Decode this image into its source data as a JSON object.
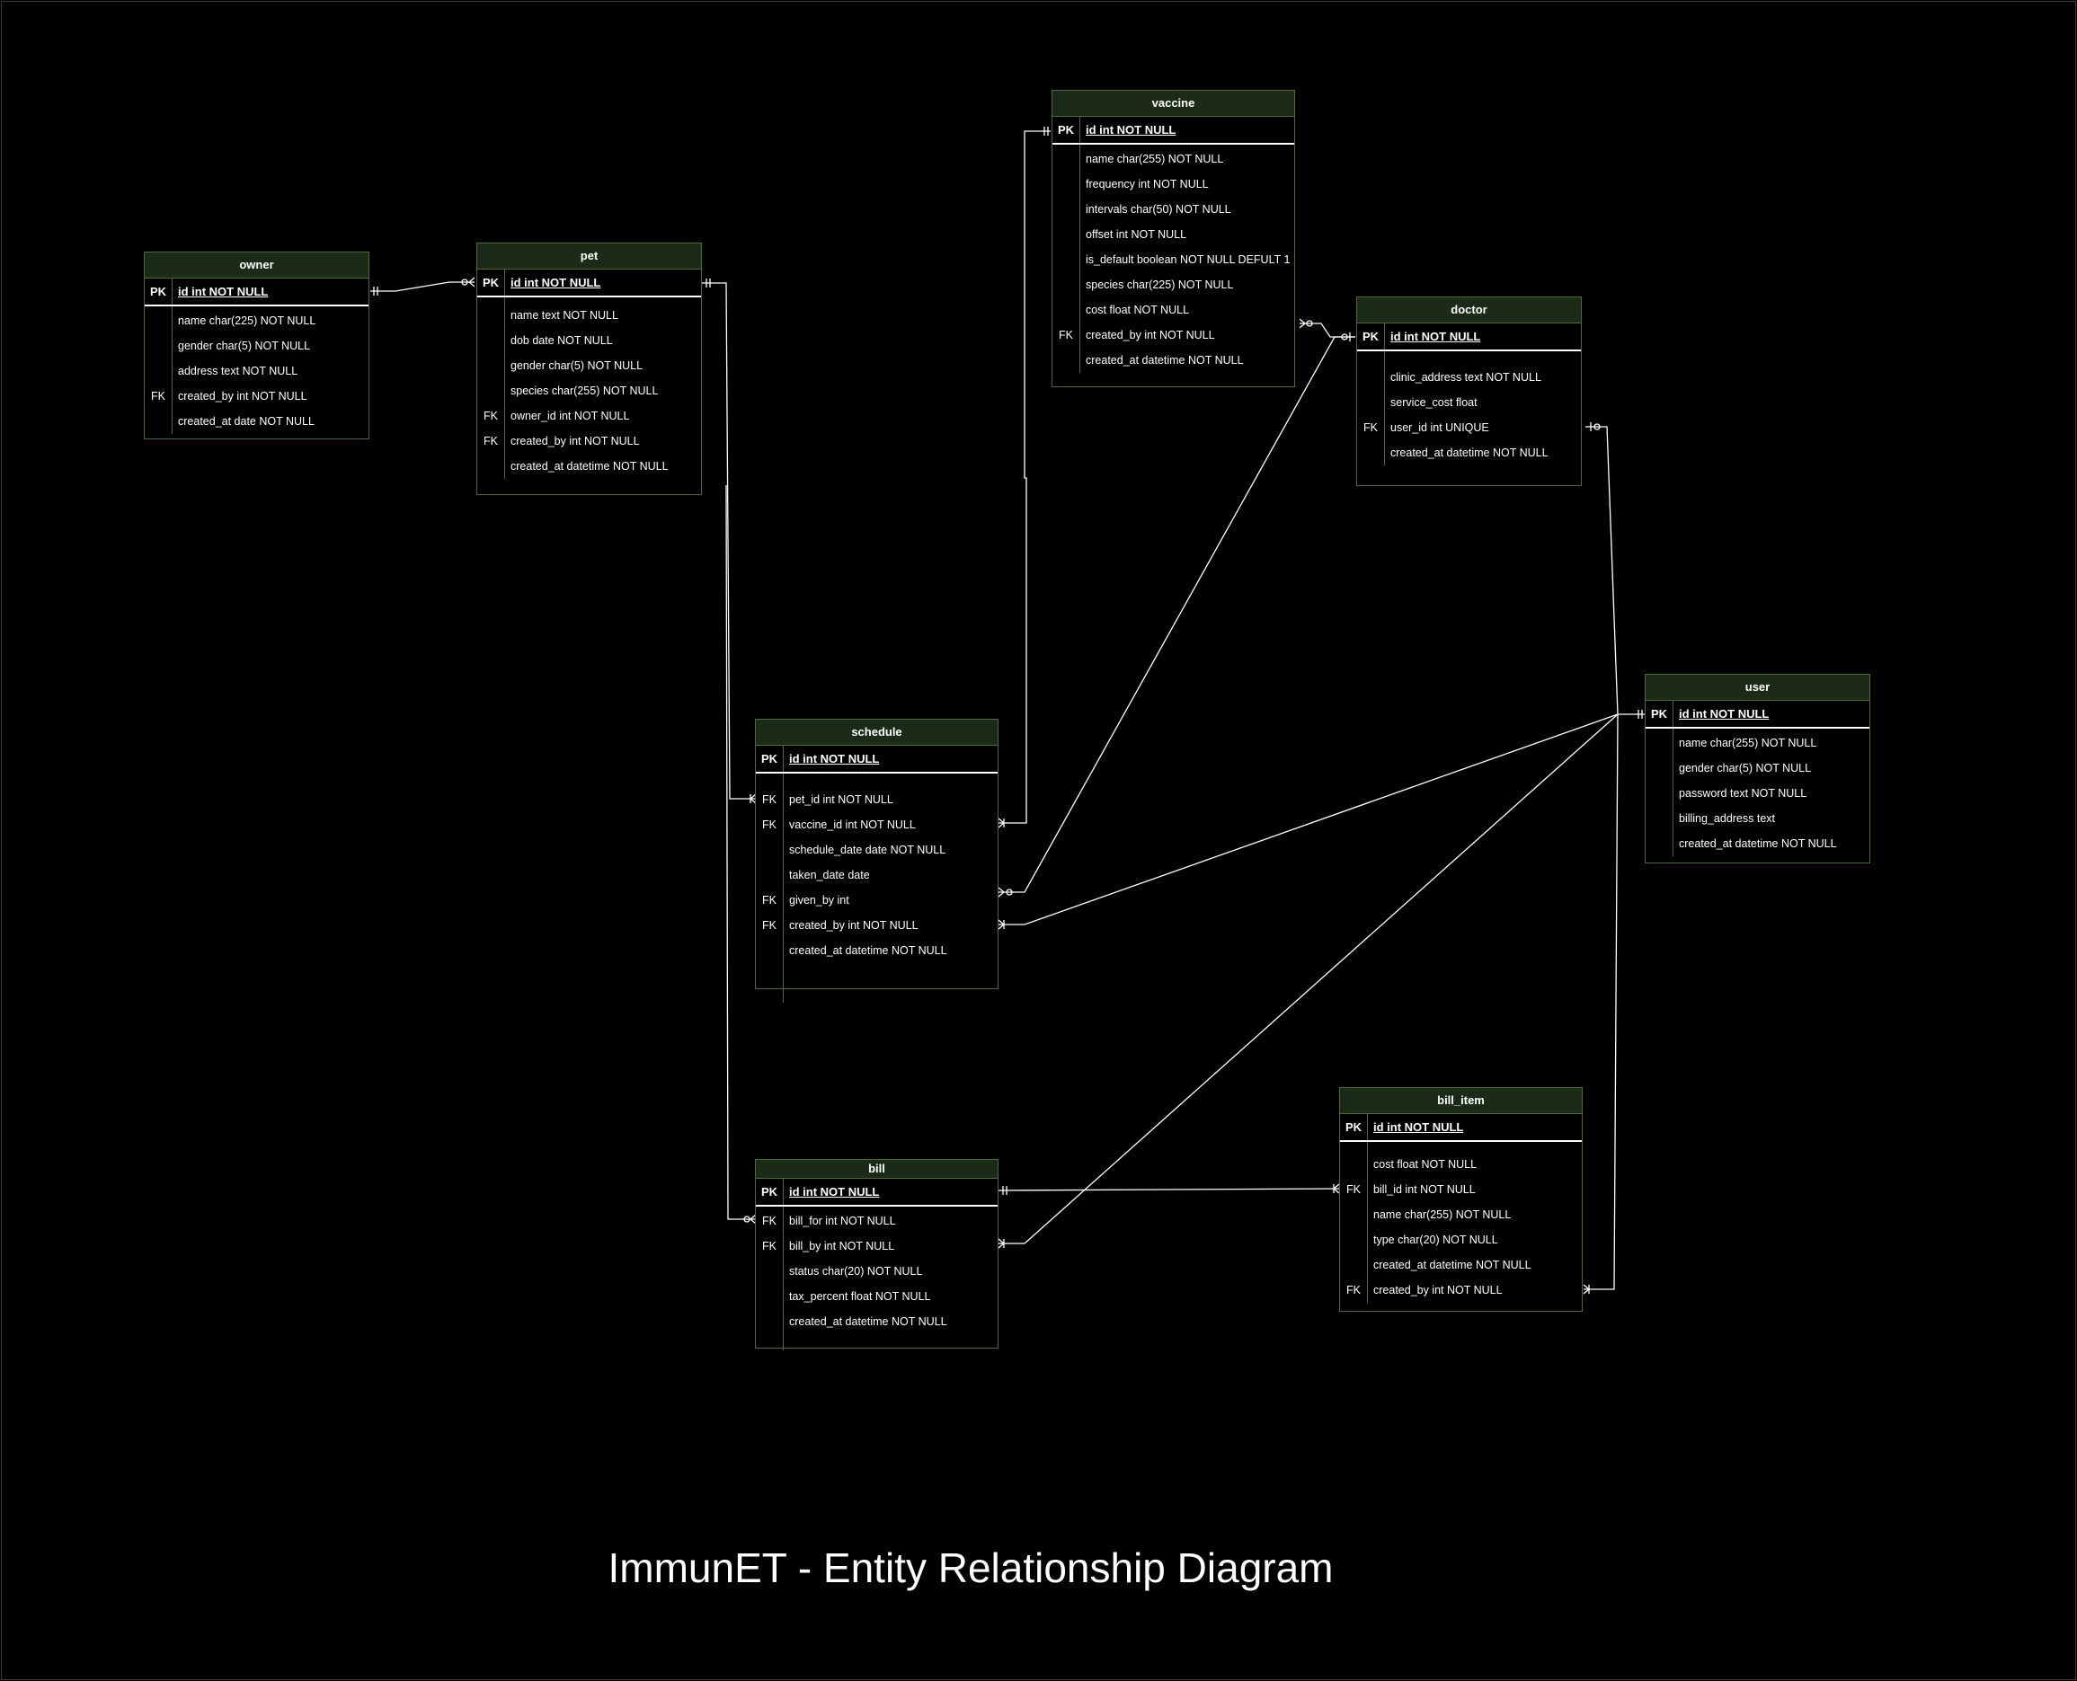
{
  "title": "ImmunET - Entity Relationship Diagram",
  "colors": {
    "background": "#000000",
    "header": "#1b2b17",
    "border": "#4d6b3a",
    "text": "#ffffff",
    "line": "#ffffff"
  },
  "entities": {
    "owner": {
      "name": "owner",
      "pk": {
        "key": "PK",
        "label": "id int NOT NULL"
      },
      "fields": [
        {
          "key": "",
          "label": "name char(225) NOT NULL"
        },
        {
          "key": "",
          "label": "gender char(5) NOT NULL"
        },
        {
          "key": "",
          "label": "address text NOT NULL"
        },
        {
          "key": "FK",
          "label": "created_by int NOT NULL"
        },
        {
          "key": "",
          "label": "created_at date NOT NULL"
        }
      ]
    },
    "pet": {
      "name": "pet",
      "pk": {
        "key": "PK",
        "label": "id int NOT NULL"
      },
      "fields": [
        {
          "key": "",
          "label": "name text NOT NULL"
        },
        {
          "key": "",
          "label": "dob date NOT NULL"
        },
        {
          "key": "",
          "label": "gender char(5) NOT NULL"
        },
        {
          "key": "",
          "label": "species char(255) NOT NULL"
        },
        {
          "key": "FK",
          "label": "owner_id int NOT NULL"
        },
        {
          "key": "FK",
          "label": "created_by int NOT NULL"
        },
        {
          "key": "",
          "label": "created_at datetime NOT NULL"
        }
      ]
    },
    "vaccine": {
      "name": "vaccine",
      "pk": {
        "key": "PK",
        "label": "id int NOT NULL"
      },
      "fields": [
        {
          "key": "",
          "label": "name char(255) NOT NULL"
        },
        {
          "key": "",
          "label": "frequency int NOT NULL"
        },
        {
          "key": "",
          "label": "intervals char(50) NOT NULL"
        },
        {
          "key": "",
          "label": "offset int NOT NULL"
        },
        {
          "key": "",
          "label": "is_default boolean NOT NULL DEFULT 1"
        },
        {
          "key": "",
          "label": "species char(225) NOT NULL"
        },
        {
          "key": "",
          "label": "cost float NOT NULL"
        },
        {
          "key": "FK",
          "label": "created_by int NOT NULL"
        },
        {
          "key": "",
          "label": "created_at datetime NOT NULL"
        }
      ]
    },
    "doctor": {
      "name": "doctor",
      "pk": {
        "key": "PK",
        "label": "id int NOT NULL"
      },
      "fields": [
        {
          "key": "",
          "label": "clinic_address text NOT NULL"
        },
        {
          "key": "",
          "label": "service_cost float"
        },
        {
          "key": "FK",
          "label": "user_id int UNIQUE"
        },
        {
          "key": "",
          "label": "created_at datetime NOT NULL"
        }
      ]
    },
    "user": {
      "name": "user",
      "pk": {
        "key": "PK",
        "label": "id int NOT NULL"
      },
      "fields": [
        {
          "key": "",
          "label": "name char(255) NOT NULL"
        },
        {
          "key": "",
          "label": "gender char(5) NOT NULL"
        },
        {
          "key": "",
          "label": "password text NOT NULL"
        },
        {
          "key": "",
          "label": "billing_address text"
        },
        {
          "key": "",
          "label": "created_at datetime NOT NULL"
        }
      ]
    },
    "schedule": {
      "name": "schedule",
      "pk": {
        "key": "PK",
        "label": "id int NOT NULL"
      },
      "fields": [
        {
          "key": "FK",
          "label": "pet_id int NOT NULL"
        },
        {
          "key": "FK",
          "label": "vaccine_id int NOT NULL"
        },
        {
          "key": "",
          "label": "schedule_date date NOT NULL"
        },
        {
          "key": "",
          "label": "taken_date date"
        },
        {
          "key": "FK",
          "label": "given_by int"
        },
        {
          "key": "FK",
          "label": "created_by int NOT NULL"
        },
        {
          "key": "",
          "label": "created_at datetime NOT NULL"
        }
      ]
    },
    "bill": {
      "name": "bill",
      "pk": {
        "key": "PK",
        "label": "id int NOT NULL"
      },
      "fields": [
        {
          "key": "FK",
          "label": "bill_for int NOT NULL"
        },
        {
          "key": "FK",
          "label": "bill_by int NOT NULL"
        },
        {
          "key": "",
          "label": "status char(20) NOT NULL"
        },
        {
          "key": "",
          "label": "tax_percent float NOT NULL"
        },
        {
          "key": "",
          "label": "created_at datetime NOT NULL"
        }
      ]
    },
    "bill_item": {
      "name": "bill_item",
      "pk": {
        "key": "PK",
        "label": "id int NOT NULL"
      },
      "fields": [
        {
          "key": "",
          "label": "cost float NOT NULL"
        },
        {
          "key": "FK",
          "label": "bill_id int NOT NULL"
        },
        {
          "key": "",
          "label": "name char(255) NOT NULL"
        },
        {
          "key": "",
          "label": "type char(20) NOT NULL"
        },
        {
          "key": "",
          "label": "created_at datetime NOT NULL"
        },
        {
          "key": "FK",
          "label": "created_by int NOT NULL"
        }
      ]
    }
  }
}
